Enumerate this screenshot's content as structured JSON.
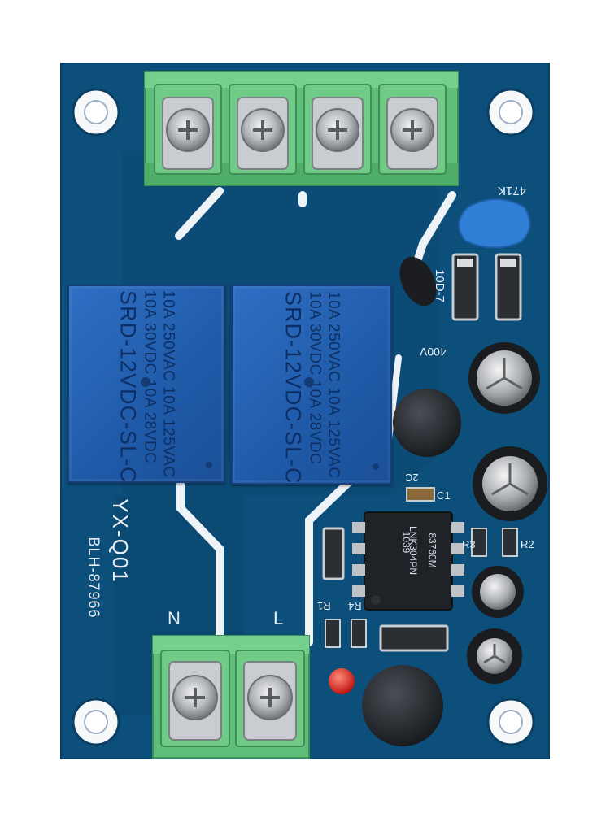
{
  "board": {
    "model_label": "YX-Q01",
    "serial_label": "BLH-87966",
    "terminal_n_label": "N",
    "terminal_l_label": "L"
  },
  "relays": [
    {
      "line1": "10A 250VAC  10A 125VAC",
      "line2": "10A 30VDC  10A 28VDC",
      "model": "SRD-12VDC-SL-C"
    },
    {
      "line1": "10A 250VAC  10A 125VAC",
      "line2": "10A 30VDC  10A 28VDC",
      "model": "SRD-12VDC-SL-C"
    }
  ],
  "components": {
    "varistor_label": "471K",
    "diode_label": "10D-7",
    "cap_voltage_label": "400V",
    "ic_line1": "1039",
    "ic_line2": "LNK304PN",
    "ic_line3": "83760M",
    "r1_label": "R1",
    "r2_label": "R2",
    "r3_label": "R3",
    "r4_label": "R4",
    "c1_label": "C1",
    "c2_label": "2C"
  },
  "colors": {
    "pcb": "#0c4f7a",
    "trace": "#0a4470",
    "terminal": "#5fbf7a",
    "relay": "#2563b8",
    "silkscreen": "#ffffff"
  }
}
